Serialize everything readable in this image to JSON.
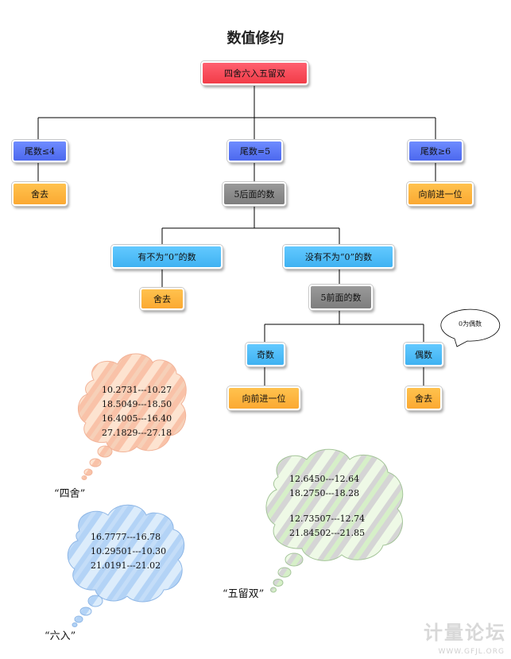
{
  "title": "数值修约",
  "root": "四舍六入五留双",
  "level1": {
    "left": "尾数≤4",
    "mid": "尾数=5",
    "right": "尾数≥6"
  },
  "level1_results": {
    "left": "舍去",
    "right": "向前进一位"
  },
  "digits_after_5": "5后面的数",
  "branch": {
    "has_nonzero": "有不为“0”的数",
    "no_nonzero": "没有不为“0”的数"
  },
  "has_nonzero_result": "舍去",
  "digits_before_5": "5前面的数",
  "parity": {
    "odd": "奇数",
    "even": "偶数"
  },
  "parity_results": {
    "odd": "向前进一位",
    "even": "舍去"
  },
  "callout": "0为偶数",
  "clouds": {
    "si_she": {
      "caption": "“四舍”",
      "lines": [
        "10.2731---10.27",
        "18.5049---18.50",
        "16.4005---16.40",
        "27.1829---27.18"
      ]
    },
    "liu_ru": {
      "caption": "“六入”",
      "lines": [
        "16.7777---16.78",
        "10.29501---10.30",
        "21.0191---21.02"
      ]
    },
    "wu_liu_shuang": {
      "caption": "“五留双”",
      "lines": [
        "12.6450---12.64",
        "18.2750---18.28",
        "",
        "12.73507---12.74",
        "21.84502---21.85"
      ]
    }
  },
  "watermark": {
    "text": "计量论坛",
    "url": "WWW.GFJL.ORG"
  }
}
